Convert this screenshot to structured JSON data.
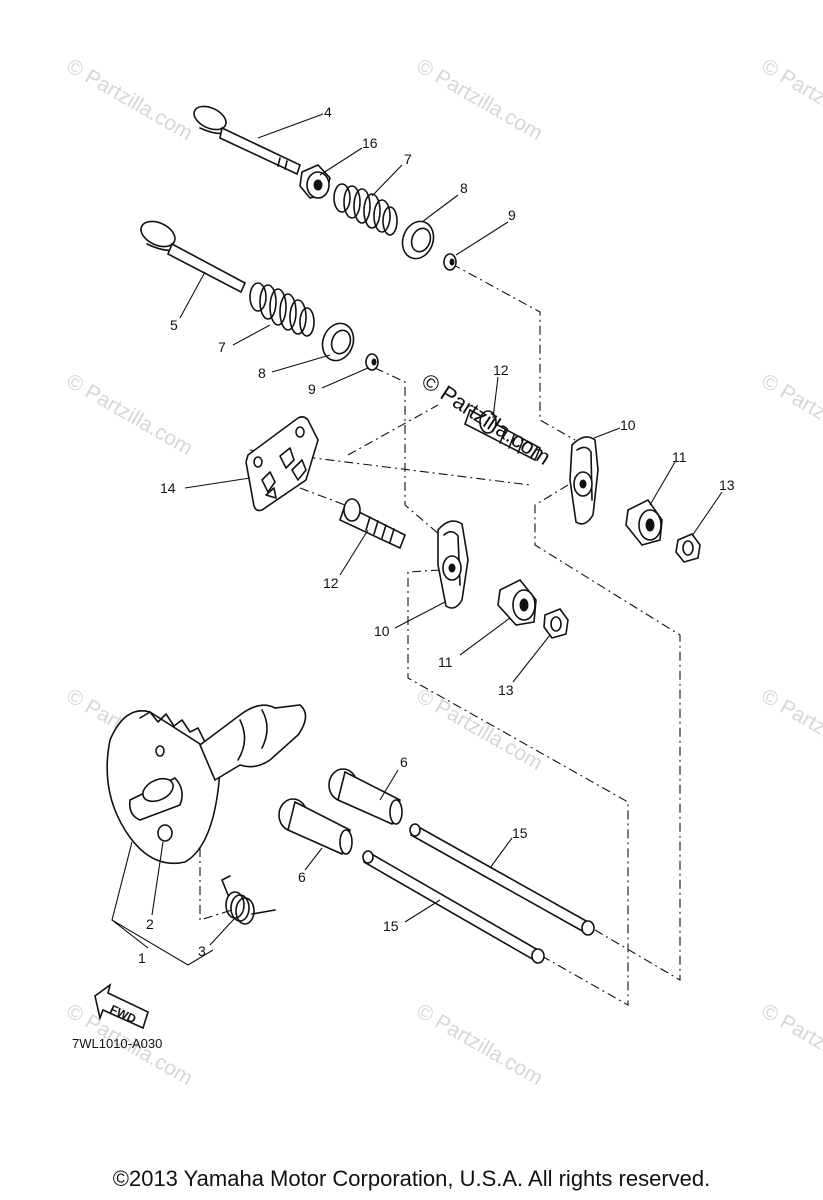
{
  "callouts": {
    "c4": "4",
    "c16": "16",
    "c7a": "7",
    "c8a": "8",
    "c9a": "9",
    "c5": "5",
    "c7b": "7",
    "c8b": "8",
    "c9b": "9",
    "c12a": "12",
    "c10a": "10",
    "c11a": "11",
    "c13a": "13",
    "c14": "14",
    "c12b": "12",
    "c10b": "10",
    "c11b": "11",
    "c13b": "13",
    "c6a": "6",
    "c6b": "6",
    "c15a": "15",
    "c15b": "15",
    "c2": "2",
    "c1": "1",
    "c3": "3"
  },
  "fwd_label": "FWD",
  "diagram_code": "7WL1010-A030",
  "watermark": "© Partzilla.com",
  "center_watermark": "© Partzilla.com",
  "copyright": "©2013  Yamaha Motor Corporation, U.S.A. All rights reserved."
}
